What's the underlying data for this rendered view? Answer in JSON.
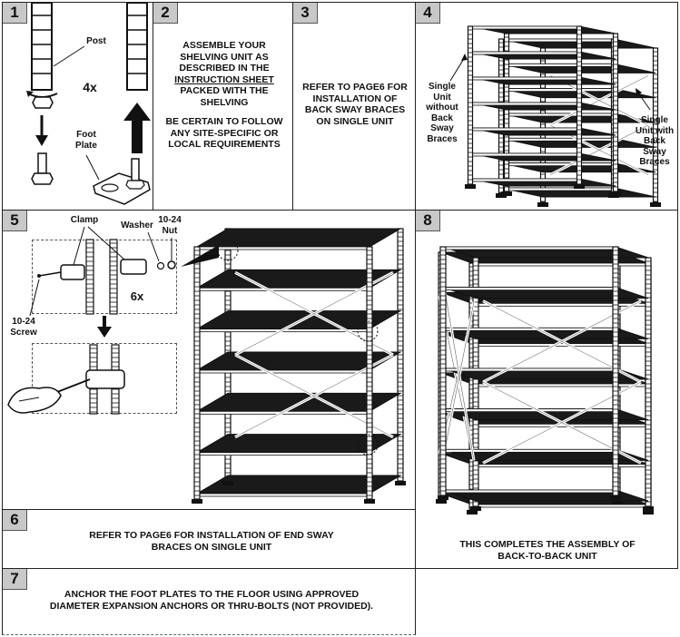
{
  "steps": {
    "s1": {
      "num": "1",
      "post": "Post",
      "qty": "4x",
      "foot_plate": "Foot Plate"
    },
    "s2": {
      "num": "2",
      "line1": "ASSEMBLE YOUR",
      "line2": "SHELVING UNIT AS",
      "line3": "DESCRIBED IN THE",
      "line4": "INSTRUCTION SHEET",
      "line5": "PACKED WITH THE",
      "line6": "SHELVING",
      "line7": "BE CERTAIN TO FOLLOW",
      "line8": "ANY SITE-SPECIFIC OR",
      "line9": "LOCAL REQUIREMENTS"
    },
    "s3": {
      "num": "3",
      "line1": "REFER TO PAGE6 FOR",
      "line2": "INSTALLATION OF",
      "line3": "BACK SWAY BRACES",
      "line4": "ON SINGLE UNIT"
    },
    "s4": {
      "num": "4",
      "left_label": "Single Unit without Back Sway Braces",
      "right_label": "Single Unit with Back Sway Braces"
    },
    "s5": {
      "num": "5",
      "clamp": "Clamp",
      "washer": "Washer",
      "nut": "10-24 Nut",
      "screw": "10-24 Screw",
      "qty": "6x"
    },
    "s6": {
      "num": "6",
      "line1": "REFER TO PAGE6 FOR INSTALLATION OF END SWAY",
      "line2": "BRACES ON SINGLE UNIT"
    },
    "s7": {
      "num": "7",
      "line1": "ANCHOR THE FOOT PLATES TO THE FLOOR USING APPROVED",
      "line2": "DIAMETER EXPANSION ANCHORS OR THRU-BOLTS (NOT PROVIDED)."
    },
    "s8": {
      "num": "8",
      "line1": "THIS COMPLETES THE ASSEMBLY OF",
      "line2": "BACK-TO-BACK UNIT"
    }
  }
}
